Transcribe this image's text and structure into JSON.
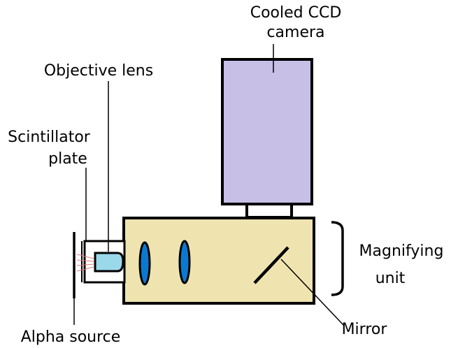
{
  "labels": {
    "camera_line1": "Cooled CCD",
    "camera_line2": "camera",
    "objective": "Objective lens",
    "scintillator_line1": "Scintillator",
    "scintillator_line2": "plate",
    "magnifying_line1": "Magnifying",
    "magnifying_line2": "unit",
    "mirror": "Mirror",
    "alpha": "Alpha source"
  },
  "colors": {
    "camera_fill": "#c8bfe7",
    "unit_fill": "#efe4b0",
    "lens_fill": "#0b79d0",
    "objective_fill": "#99d9ea",
    "outline": "#000000",
    "beam": "#e07a7a"
  }
}
